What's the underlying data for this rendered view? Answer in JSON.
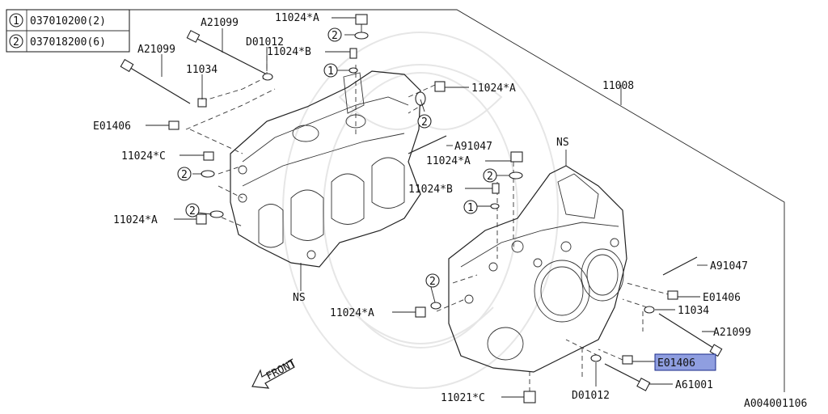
{
  "legend": [
    {
      "marker": "1",
      "code": "037010200(2)"
    },
    {
      "marker": "2",
      "code": "037018200(6)"
    }
  ],
  "callouts": {
    "a21099_top": "A21099",
    "a21099_left": "A21099",
    "d01012_top": "D01012",
    "p11034_left": "11034",
    "p11024a_top": "11024*A",
    "p11024b_top": "11024*B",
    "p11024a_right_top": "11024*A",
    "p11008": "11008",
    "e01406_left": "E01406",
    "p11024c": "11024*C",
    "a91047_mid": "A91047",
    "p11024a_mid": "11024*A",
    "p11024b_mid": "11024*B",
    "p11024a_left": "11024*A",
    "ns_top": "NS",
    "ns_bottom": "NS",
    "a91047_right": "A91047",
    "e01406_right": "E01406",
    "p11034_right": "11034",
    "a21099_right": "A21099",
    "e01406_highlight": "E01406",
    "a61001": "A61001",
    "d01012_bottom": "D01012",
    "p11021c": "11021*C",
    "p11024a_lower": "11024*A",
    "diagram_id": "A004001106",
    "front": "FRONT"
  },
  "markers": {
    "one": "1",
    "two": "2"
  },
  "colors": {
    "highlight": "#8f9ee0",
    "line": "#222222"
  }
}
